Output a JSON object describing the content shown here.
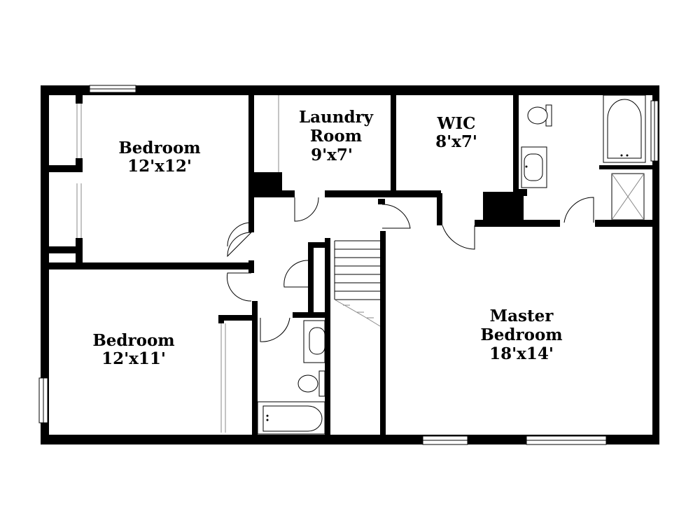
{
  "rooms": [
    {
      "id": "bedroom-1",
      "name": "Bedroom",
      "size": "12'x12'"
    },
    {
      "id": "bedroom-2",
      "name": "Bedroom",
      "size": "12'x11'"
    },
    {
      "id": "laundry",
      "name_line1": "Laundry",
      "name_line2": "Room",
      "size": "9'x7'"
    },
    {
      "id": "wic",
      "name": "WIC",
      "size": "8'x7'"
    },
    {
      "id": "master",
      "name_line1": "Master",
      "name_line2": "Bedroom",
      "size": "18'x14'"
    }
  ]
}
